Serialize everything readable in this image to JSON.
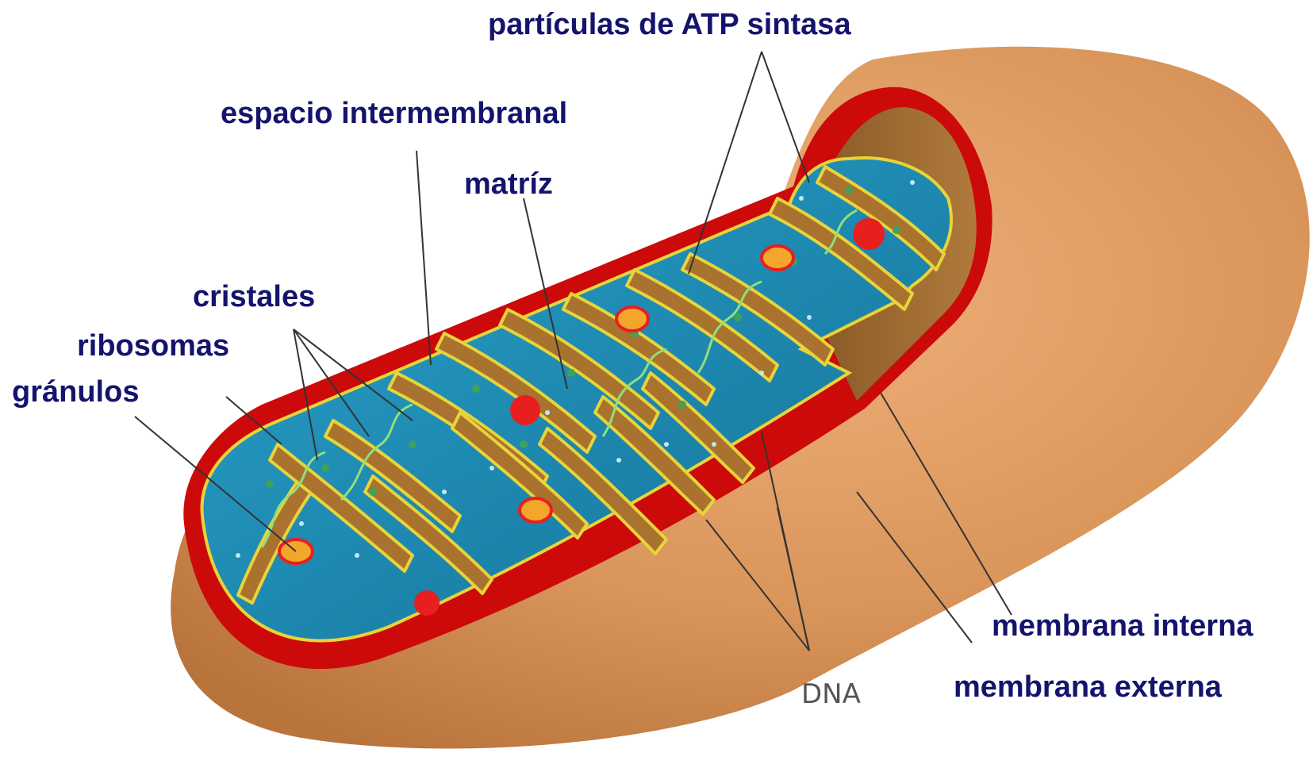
{
  "labels": {
    "atp_synthase": "partículas de ATP sintasa",
    "intermembrane_space": "espacio intermembranal",
    "matrix": "matríz",
    "cristae": "cristales",
    "ribosomes": "ribosomas",
    "granules": "gránulos",
    "inner_membrane": "membrana interna",
    "outer_membrane": "membrana externa",
    "dna": "DNA"
  },
  "colors": {
    "label_text": "#14146e",
    "outer_membrane": "#d9955a",
    "membrane_edge": "#cc0a0a",
    "matrix": "#1f8fb8",
    "cristae_fill": "#a9732f",
    "inner_membrane_line": "#e8d43a",
    "granule": "#e81f1f",
    "ribosome": "#3da35c",
    "dna_strand": "#8fe07a"
  }
}
